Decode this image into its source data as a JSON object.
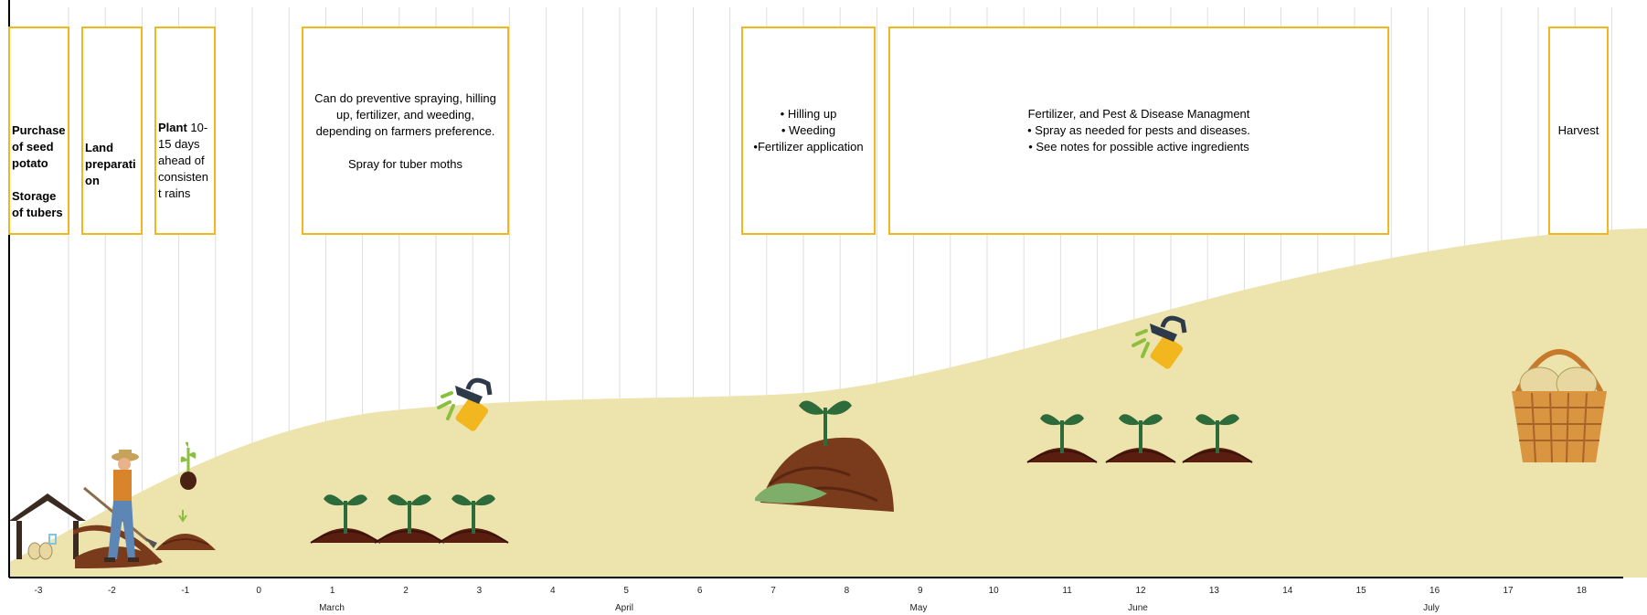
{
  "timeline": {
    "ticks": [
      "-3",
      "-2",
      "-1",
      "0",
      "1",
      "2",
      "3",
      "4",
      "5",
      "6",
      "7",
      "8",
      "9",
      "10",
      "11",
      "12",
      "13",
      "14",
      "15",
      "16",
      "17",
      "18"
    ],
    "months": [
      "March",
      "April",
      "May",
      "June",
      "July"
    ]
  },
  "boxes": {
    "purchase": {
      "line1": "Purchase",
      "line2": "of seed",
      "line3": "potato",
      "line4": "Storage",
      "line5": "of tubers"
    },
    "land": {
      "line1": "Land",
      "line2": "preparati",
      "line3": "on"
    },
    "plant": {
      "bold": "Plant",
      "line1": " 10-",
      "line2": "15 days",
      "line3": "ahead of",
      "line4": "consisten",
      "line5": "t rains"
    },
    "preventive": {
      "line1": "Can do preventive spraying, hilling",
      "line2": "up, fertilizer, and weeding,",
      "line3": "depending on farmers preference.",
      "line4": "Spray for tuber moths"
    },
    "hilling": {
      "line1": "• Hilling up",
      "line2": "• Weeding",
      "line3": "•Fertilizer application"
    },
    "fertilizer": {
      "line1": "Fertilizer, and Pest & Disease Managment",
      "line2": "• Spray as needed for pests and diseases.",
      "line3": "• See notes for possible active ingredients"
    },
    "harvest": {
      "line1": "Harvest"
    }
  },
  "colors": {
    "box_border": "#f2b61f",
    "hill": "#ede4ad",
    "soil": "#7a3b1c",
    "sprout": "#2e6b3a",
    "sprayer": "#f2b61f"
  },
  "icons": [
    "storage-shed-icon",
    "farmer-icon",
    "seed-potato-icon",
    "seedlings-icon",
    "sprayer-icon",
    "fertilizer-mound-icon",
    "harvest-basket-icon"
  ]
}
